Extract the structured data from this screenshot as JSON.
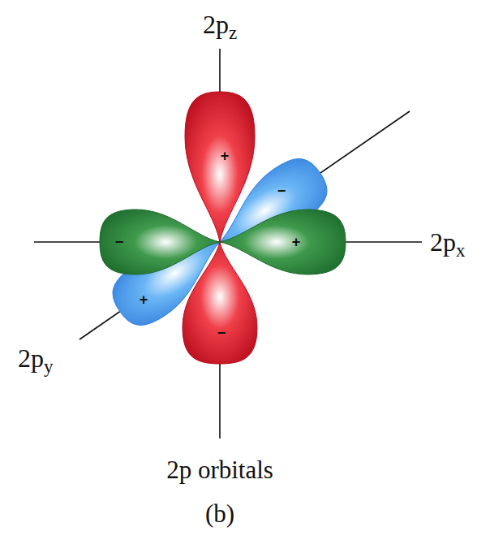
{
  "diagram": {
    "labels": [
      "2p",
      "z",
      "2p",
      "x",
      "2p",
      "y",
      "+",
      "−",
      "−",
      "+",
      "−",
      "+",
      "2p orbitals",
      "(b)"
    ]
  }
}
